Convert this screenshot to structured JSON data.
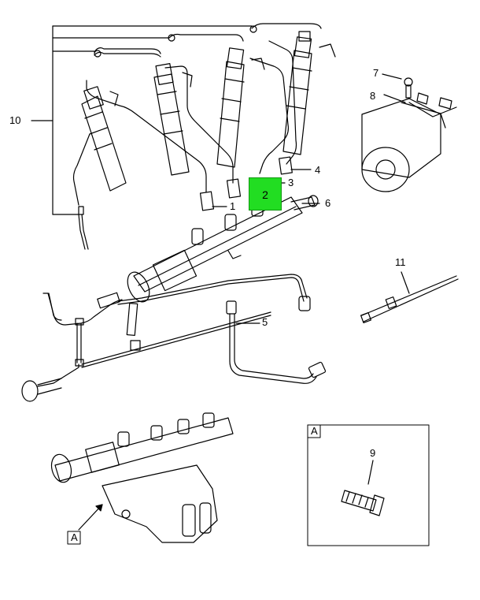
{
  "callouts": {
    "c1": "1",
    "c2": "2",
    "c3": "3",
    "c4": "4",
    "c5": "5",
    "c6": "6",
    "c7": "7",
    "c8": "8",
    "c9": "9",
    "c10": "10",
    "c11": "11"
  },
  "detail": {
    "ref_main": "A",
    "ref_box": "A"
  },
  "colors": {
    "highlight": "#22dd22",
    "line": "#000000"
  }
}
